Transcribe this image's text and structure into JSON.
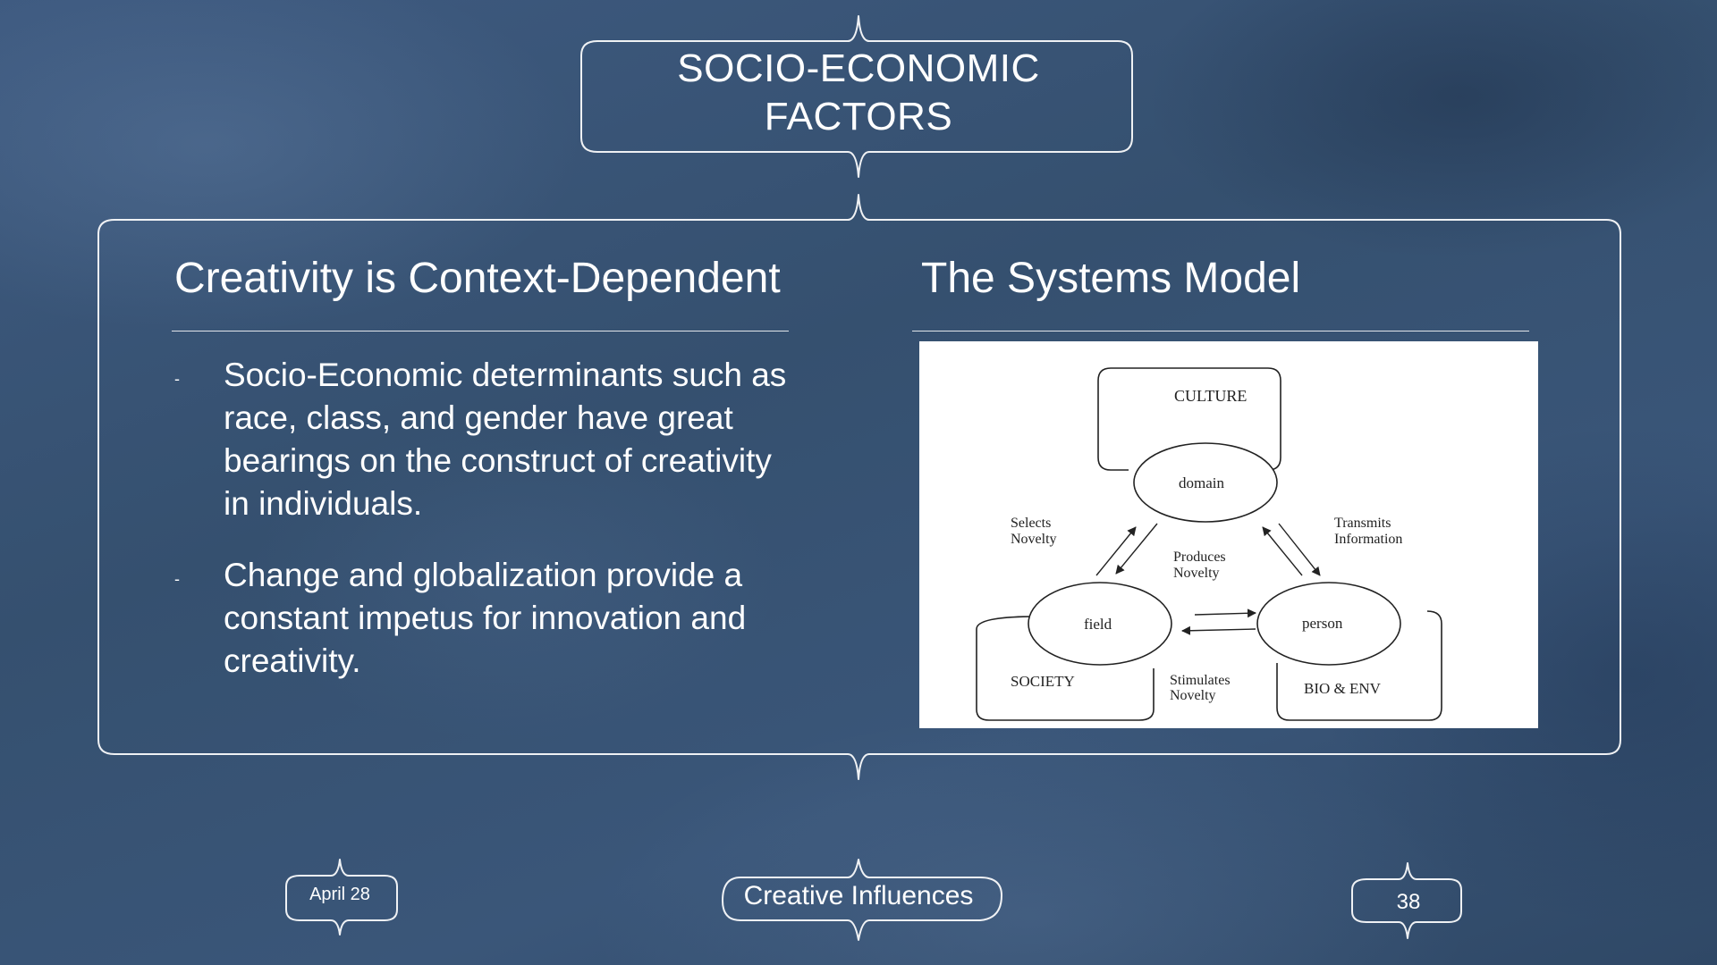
{
  "slide": {
    "title_line1": "SOCIO-ECONOMIC",
    "title_line2": "FACTORS"
  },
  "left_column": {
    "heading": "Creativity is Context-Dependent",
    "bullet_marker": "-",
    "bullets": [
      "Socio-Economic determinants such as race, class, and gender have great bearings on the construct of creativity in individuals.",
      "Change and globalization provide a constant impetus for innovation and creativity."
    ]
  },
  "right_column": {
    "heading": "The Systems Model"
  },
  "diagram": {
    "culture": "CULTURE",
    "domain": "domain",
    "field": "field",
    "person": "person",
    "society": "SOCIETY",
    "bio_env": "BIO & ENV",
    "selects_novelty_1": "Selects",
    "selects_novelty_2": "Novelty",
    "transmits_info_1": "Transmits",
    "transmits_info_2": "Information",
    "produces_novelty_1": "Produces",
    "produces_novelty_2": "Novelty",
    "stimulates_novelty_1": "Stimulates",
    "stimulates_novelty_2": "Novelty"
  },
  "footer": {
    "date": "April 28",
    "center_label": "Creative Influences",
    "page_number": "38"
  },
  "colors": {
    "line": "#ffffff",
    "diagram_ink": "#222222"
  }
}
